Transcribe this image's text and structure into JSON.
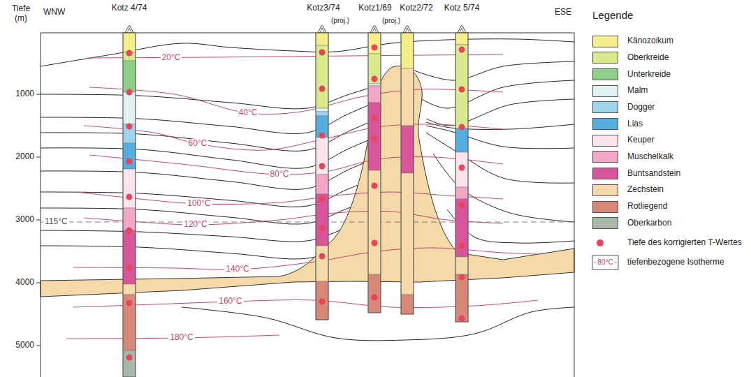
{
  "diagram": {
    "labels": [
      "Tiefe (m)",
      "WNW",
      "ESE",
      "Kotz 4/74",
      "Kotz3/74",
      "(proj.)",
      "Kotz1/69",
      "(proj.)",
      "Kotz2/72",
      "Kotz 5/74",
      "1000",
      "2000",
      "3000",
      "4000",
      "5000",
      "20°C",
      "40°C",
      "60°C",
      "80°C",
      "100°C",
      "115°C",
      "120°C",
      "140°C",
      "160°C",
      "180°C",
      "Legende",
      "80°C"
    ],
    "legend": [
      {
        "text": "Känozoikum",
        "color": "#f5ee8a"
      },
      {
        "text": "Oberkreide",
        "color": "#d9eb8c"
      },
      {
        "text": "Unterkreide",
        "color": "#8fcf8a"
      },
      {
        "text": "Malm",
        "color": "#dff1f3"
      },
      {
        "text": "Dogger",
        "color": "#9fd4ec"
      },
      {
        "text": "Lias",
        "color": "#55aee0"
      },
      {
        "text": "Keuper",
        "color": "#fbe4ee"
      },
      {
        "text": "Muschelkalk",
        "color": "#f4a6c8"
      },
      {
        "text": "Buntsandstein",
        "color": "#d9559b"
      },
      {
        "text": "Zechstein",
        "color": "#f5d9a8"
      },
      {
        "text": "Rotliegend",
        "color": "#d98778"
      },
      {
        "text": "Oberkarbon",
        "color": "#a9b9a9"
      },
      {
        "text": "Tiefe des korrigierten T-Wertes"
      },
      {
        "text": "tiefenbezogene Isotherme"
      }
    ]
  }
}
